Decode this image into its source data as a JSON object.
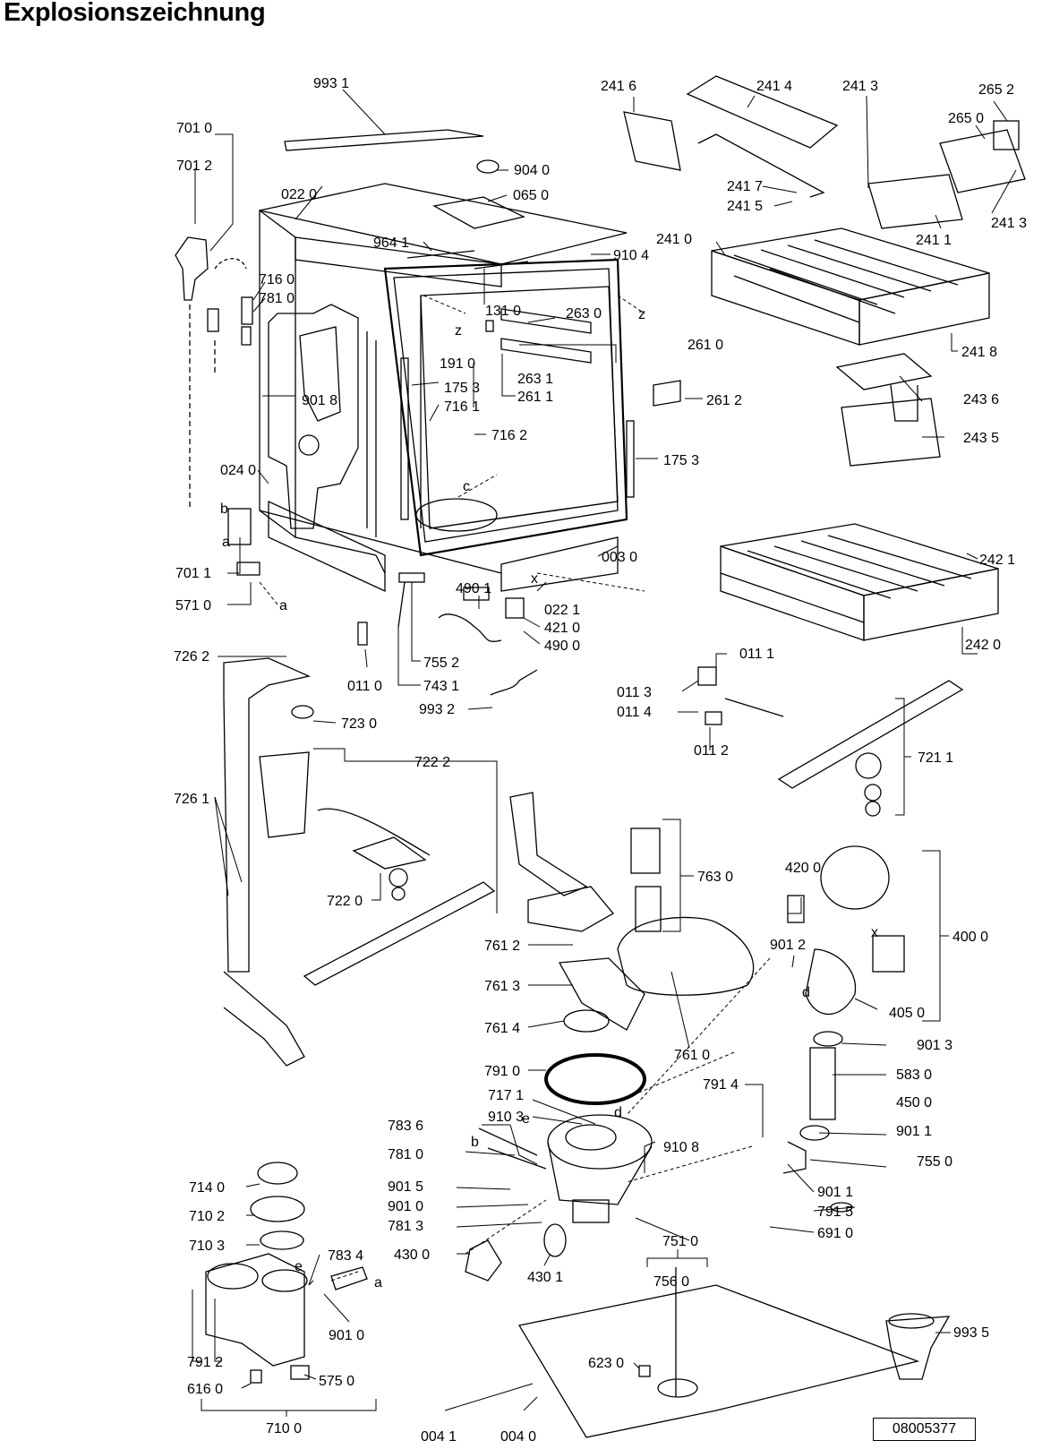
{
  "title": "Explosionszeichnung",
  "doc_number": "08005377",
  "labels": [
    "993 1",
    "701 0",
    "701 2",
    "022 0",
    "904 0",
    "065 0",
    "964 1",
    "910 4",
    "716 0",
    "781 0",
    "131 0",
    "263 0",
    "261 0",
    "191 0",
    "263 1",
    "261 1",
    "901 8",
    "175 3",
    "716 1",
    "716 2",
    "261 2",
    "175 3",
    "024 0",
    "003 0",
    "701 1",
    "571 0",
    "490 1",
    "022 1",
    "421 0",
    "490 0",
    "755 2",
    "743 1",
    "011 0",
    "993 2",
    "726 2",
    "723 0",
    "722 2",
    "726 1",
    "722 0",
    "241 6",
    "241 4",
    "241 3",
    "265 2",
    "265 0",
    "241 7",
    "241 5",
    "241 3",
    "241 0",
    "241 1",
    "241 8",
    "243 6",
    "243 5",
    "242 1",
    "242 0",
    "011 1",
    "011 3",
    "011 4",
    "011 2",
    "721 1",
    "763 0",
    "761 2",
    "761 3",
    "761 4",
    "761 0",
    "791 0",
    "420 0",
    "400 0",
    "901 2",
    "405 0",
    "901 3",
    "583 0",
    "791 4",
    "450 0",
    "717 1",
    "910 3",
    "783 6",
    "910 8",
    "781 0",
    "901 5",
    "901 0",
    "781 3",
    "901 1",
    "755 0",
    "901 1",
    "791 5",
    "751 0",
    "691 0",
    "714 0",
    "710 2",
    "710 3",
    "783 4",
    "430 0",
    "430 1",
    "901 0",
    "791 2",
    "616 0",
    "575 0",
    "710 0",
    "756 0",
    "623 0",
    "993 5",
    "004 1",
    "004 0"
  ],
  "letters": [
    "z",
    "z",
    "c",
    "x",
    "b",
    "a",
    "a",
    "x",
    "d",
    "e",
    "b",
    "e",
    "a",
    "d"
  ]
}
